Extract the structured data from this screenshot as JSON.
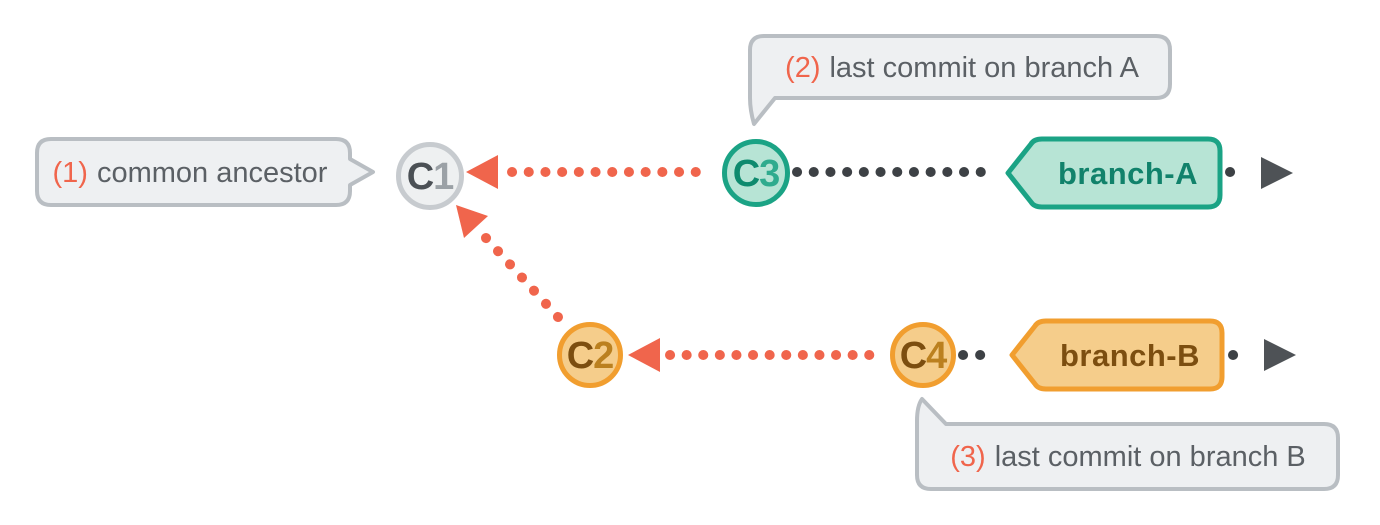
{
  "colors": {
    "salmon": "#f0654c",
    "teal_border": "#1ba385",
    "teal_fill": "#b7e4d5",
    "teal_dark_text": "#0e8a6e",
    "teal_mid_text": "#2fab8e",
    "orange_border": "#f19e2f",
    "orange_fill": "#f5cd8b",
    "brown_dark_text": "#7c4e10",
    "amber_mid_text": "#bb801f",
    "gray_border": "#b9bec3",
    "gray_fill": "#eef0f2",
    "gray_node_border": "#c7cbcf",
    "gray_dark_text": "#4b5055",
    "gray_mid_text": "#9ba1a6",
    "charcoal_dots": "#3d4145",
    "charcoal_arrow": "#4e5256",
    "callout_text": "#5b6065"
  },
  "callouts": {
    "common_ancestor": {
      "number": "(1)",
      "text": "common ancestor"
    },
    "last_commit_a": {
      "number": "(2)",
      "text": "last commit on branch A"
    },
    "last_commit_b": {
      "number": "(3)",
      "text": "last commit on branch B"
    }
  },
  "commits": {
    "c1": {
      "prefix": "C",
      "number": "1"
    },
    "c2": {
      "prefix": "C",
      "number": "2"
    },
    "c3": {
      "prefix": "C",
      "number": "3"
    },
    "c4": {
      "prefix": "C",
      "number": "4"
    }
  },
  "branches": {
    "branch_a": {
      "label": "branch-A"
    },
    "branch_b": {
      "label": "branch-B"
    }
  }
}
